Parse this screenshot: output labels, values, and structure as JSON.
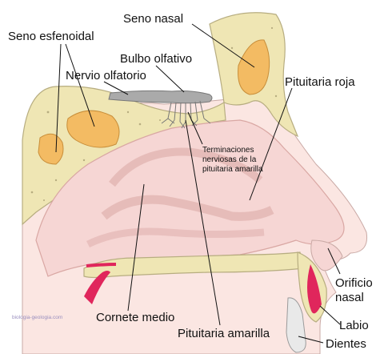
{
  "labels": {
    "seno_esfenoidal": "Seno esfenoidal",
    "seno_nasal": "Seno nasal",
    "bulbo_olfativo": "Bulbo olfativo",
    "nervio_olfatorio": "Nervio olfatorio",
    "pituitaria_roja": "Pituitaria roja",
    "terminaciones_1": "Terminaciones",
    "terminaciones_2": "nerviosas de la",
    "terminaciones_3": "pituitaria amarilla",
    "cornete_medio": "Cornete medio",
    "pituitaria_amarilla": "Pituitaria amarilla",
    "orificio_1": "Orificio",
    "orificio_2": "nasal",
    "labio": "Labio",
    "dientes": "Dientes"
  },
  "watermark": "biologia-geologia.com",
  "colors": {
    "bone": "#efe6b4",
    "bone_outline": "#b7ad80",
    "sinus": "#f3bb63",
    "cavity": "#f6d6d4",
    "mucosa_line": "#d9a7a3",
    "mucosa_red": "#e0265c",
    "nerve_grey": "#999999",
    "skin": "#fbe6e2",
    "teeth": "#e9e9e9"
  }
}
